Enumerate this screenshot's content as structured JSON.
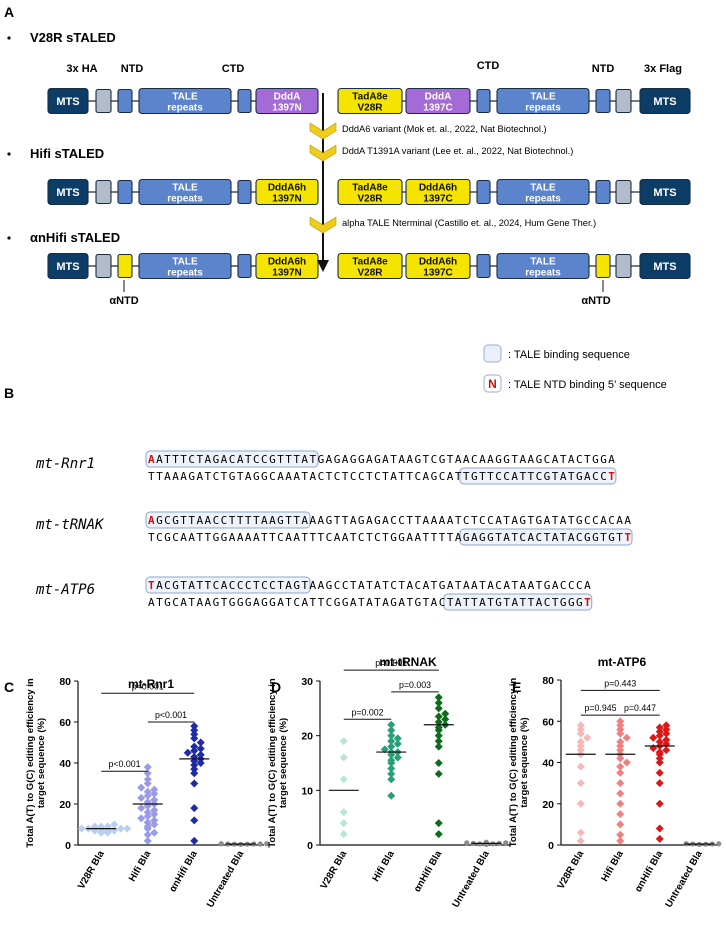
{
  "panel_a": {
    "letter": "A",
    "rows": [
      {
        "title": "V28R sTALED",
        "left": {
          "cap": "DddA\n1397N"
        },
        "right": {
          "base": "TadA8e\nV28R",
          "cap": "DddA\n1397C"
        }
      },
      {
        "title": "Hifi sTALED",
        "left": {
          "cap": "DddA6h\n1397N"
        },
        "right": {
          "base": "TadA8e\nV28R",
          "cap": "DddA6h\n1397C"
        }
      },
      {
        "title": "αnHifi sTALED",
        "left": {
          "cap": "DddA6h\n1397N"
        },
        "right": {
          "base": "TadA8e\nV28R",
          "cap": "DddA6h\n1397C"
        }
      }
    ],
    "domain_labels": {
      "mts": "MTS",
      "tale": "TALE\nrepeats",
      "ha": "3x HA",
      "ntd": "NTD",
      "ctd": "CTD",
      "flag": "3x Flag",
      "antd": "αNTD"
    },
    "arrows": [
      "DddA6 variant (Mok et. al., 2022, Nat Biotechnol.)",
      "DddA T1391A variant (Lee et. al., 2022, Nat Biotechnol.)",
      "alpha TALE Nterminal (Castillo et. al., 2024, Hum Gene Ther.)"
    ],
    "colors": {
      "mts": "#0b3d66",
      "gray": "#b3bccb",
      "tale": "#5b84cc",
      "purple": "#a46ad6",
      "yellow": "#f4e400",
      "chevron": "#f0cc1c"
    }
  },
  "panel_b": {
    "letter": "B",
    "legend": [
      ": TALE binding sequence",
      ": TALE NTD binding 5’ sequence"
    ],
    "legend_n": "N",
    "genes": [
      {
        "name": "mt-Rnr1",
        "top": "AATTTCTAGACATCCGTTTATGAGAGGAGATAAGTCGTAACAAGGTAAGCATACTGGA",
        "bottom": "TTAAAGATCTGTAGGCAAATACTCTCCTCTATTCAGCATTGTTCCATTCGTATGACCT",
        "top_box_len": 21,
        "bottom_box_start": 39
      },
      {
        "name": "mt-tRNAK",
        "top": "AGCGTTAACCTTTTAAGTTAAAGTTAGAGACCTTAAAATCTCCATAGTGATATGCCACAA",
        "bottom": "TCGCAATTGGAAAATTCAATTTCAATCTCTGGAATTTTAGAGGTATCACTATACGGTGTT",
        "top_box_len": 20,
        "bottom_box_start": 39
      },
      {
        "name": "mt-ATP6",
        "top": "TACGTATTCACCCTCCTAGTAAGCCTATATCTACATGATAATACATAATGACCCA",
        "bottom": "ATGCATAAGTGGGAGGATCATTCGGATATAGATGTACTATTATGTATTACTGGGT",
        "top_box_len": 20,
        "bottom_box_start": 37
      }
    ]
  },
  "chart_data": [
    {
      "type": "scatter",
      "panel": "C",
      "title": "mt-Rnr1",
      "ylabel": "Total A(T) to G(C) editing efficiency in\ntarget sequence (%)",
      "categories": [
        "V28R Bla",
        "Hifi Bla",
        "αnHifi Bla",
        "Untreated Bla"
      ],
      "ylim": [
        0,
        80
      ],
      "yticks": [
        0,
        20,
        40,
        60,
        80
      ],
      "colors": [
        "#b9d0ef",
        "#9a9be6",
        "#1f2aa8",
        "#8c8c8c"
      ],
      "medians": [
        8,
        20,
        42,
        0.5
      ],
      "series": [
        {
          "values": [
            6,
            6,
            7,
            7,
            7,
            7,
            8,
            8,
            8,
            8,
            9,
            9,
            9,
            10
          ]
        },
        {
          "values": [
            2,
            5,
            6,
            8,
            9,
            10,
            11,
            12,
            13,
            14,
            15,
            16,
            17,
            18,
            19,
            20,
            21,
            22,
            23,
            24,
            25,
            26,
            27,
            28,
            30,
            32,
            35,
            38
          ]
        },
        {
          "values": [
            2,
            12,
            18,
            30,
            35,
            37,
            39,
            40,
            41,
            42,
            43,
            44,
            45,
            46,
            47,
            48,
            50,
            52,
            54,
            56,
            58
          ]
        },
        {
          "values": [
            0.3,
            0.4,
            0.4,
            0.5,
            0.5,
            0.5,
            0.6,
            0.6
          ]
        }
      ],
      "comparisons": [
        {
          "from": 0,
          "to": 1,
          "label": "p<0.001"
        },
        {
          "from": 1,
          "to": 2,
          "label": "p<0.001"
        },
        {
          "from": 0,
          "to": 2,
          "label": "p<0.001"
        }
      ]
    },
    {
      "type": "scatter",
      "panel": "D",
      "title": "mt-tRNAK",
      "ylabel": "Total A(T) to G(C) editing efficiency in\ntarget sequence (%)",
      "categories": [
        "V28R Bla",
        "Hifi Bla",
        "αnHifi Bla",
        "Untreated Bla"
      ],
      "ylim": [
        0,
        30
      ],
      "yticks": [
        0,
        10,
        20,
        30
      ],
      "colors": [
        "#b8e5d6",
        "#27a07a",
        "#0d6b1c",
        "#8c8c8c"
      ],
      "medians": [
        10,
        17,
        22,
        0.3
      ],
      "series": [
        {
          "values": [
            2,
            4,
            6,
            12,
            16,
            19
          ]
        },
        {
          "values": [
            9,
            12,
            13,
            14,
            15,
            15.5,
            16,
            16.5,
            17,
            17,
            17.5,
            18,
            18.5,
            19,
            19.5,
            20,
            21,
            22
          ]
        },
        {
          "values": [
            2,
            4,
            13,
            15,
            18,
            19,
            20,
            21,
            21.5,
            22,
            22.5,
            23,
            23.5,
            24,
            25,
            26,
            27
          ]
        },
        {
          "values": [
            0.1,
            0.2,
            0.2,
            0.3,
            0.3,
            0.4,
            0.4,
            0.5
          ]
        }
      ],
      "comparisons": [
        {
          "from": 0,
          "to": 1,
          "label": "p=0.002"
        },
        {
          "from": 1,
          "to": 2,
          "label": "p=0.003"
        },
        {
          "from": 0,
          "to": 2,
          "label": "p=0.001"
        }
      ]
    },
    {
      "type": "scatter",
      "panel": "E",
      "title": "mt-ATP6",
      "ylabel": "Total A(T) to G(C) editing efficiency in\ntarget sequence (%)",
      "categories": [
        "V28R Bla",
        "Hifi Bla",
        "αnHifi Bla",
        "Untreated Bla"
      ],
      "ylim": [
        0,
        80
      ],
      "yticks": [
        0,
        20,
        40,
        60,
        80
      ],
      "colors": [
        "#f7b7b8",
        "#f08080",
        "#e01616",
        "#8c8c8c"
      ],
      "medians": [
        44,
        44,
        48,
        0.5
      ],
      "series": [
        {
          "values": [
            2,
            6,
            20,
            30,
            38,
            44,
            46,
            48,
            50,
            52,
            54,
            56,
            58
          ]
        },
        {
          "values": [
            2,
            5,
            10,
            15,
            20,
            25,
            30,
            35,
            38,
            40,
            42,
            44,
            46,
            48,
            50,
            52,
            54,
            56,
            58,
            60
          ]
        },
        {
          "values": [
            3,
            8,
            20,
            30,
            35,
            40,
            42,
            44,
            45,
            46,
            47,
            48,
            49,
            50,
            51,
            52,
            53,
            54,
            55,
            56,
            57,
            58
          ]
        },
        {
          "values": [
            0.3,
            0.4,
            0.5,
            0.5,
            0.6,
            0.6
          ]
        }
      ],
      "comparisons": [
        {
          "from": 0,
          "to": 1,
          "label": "p=0.945"
        },
        {
          "from": 1,
          "to": 2,
          "label": "p=0.447"
        },
        {
          "from": 0,
          "to": 2,
          "label": "p=0.443"
        }
      ]
    }
  ]
}
